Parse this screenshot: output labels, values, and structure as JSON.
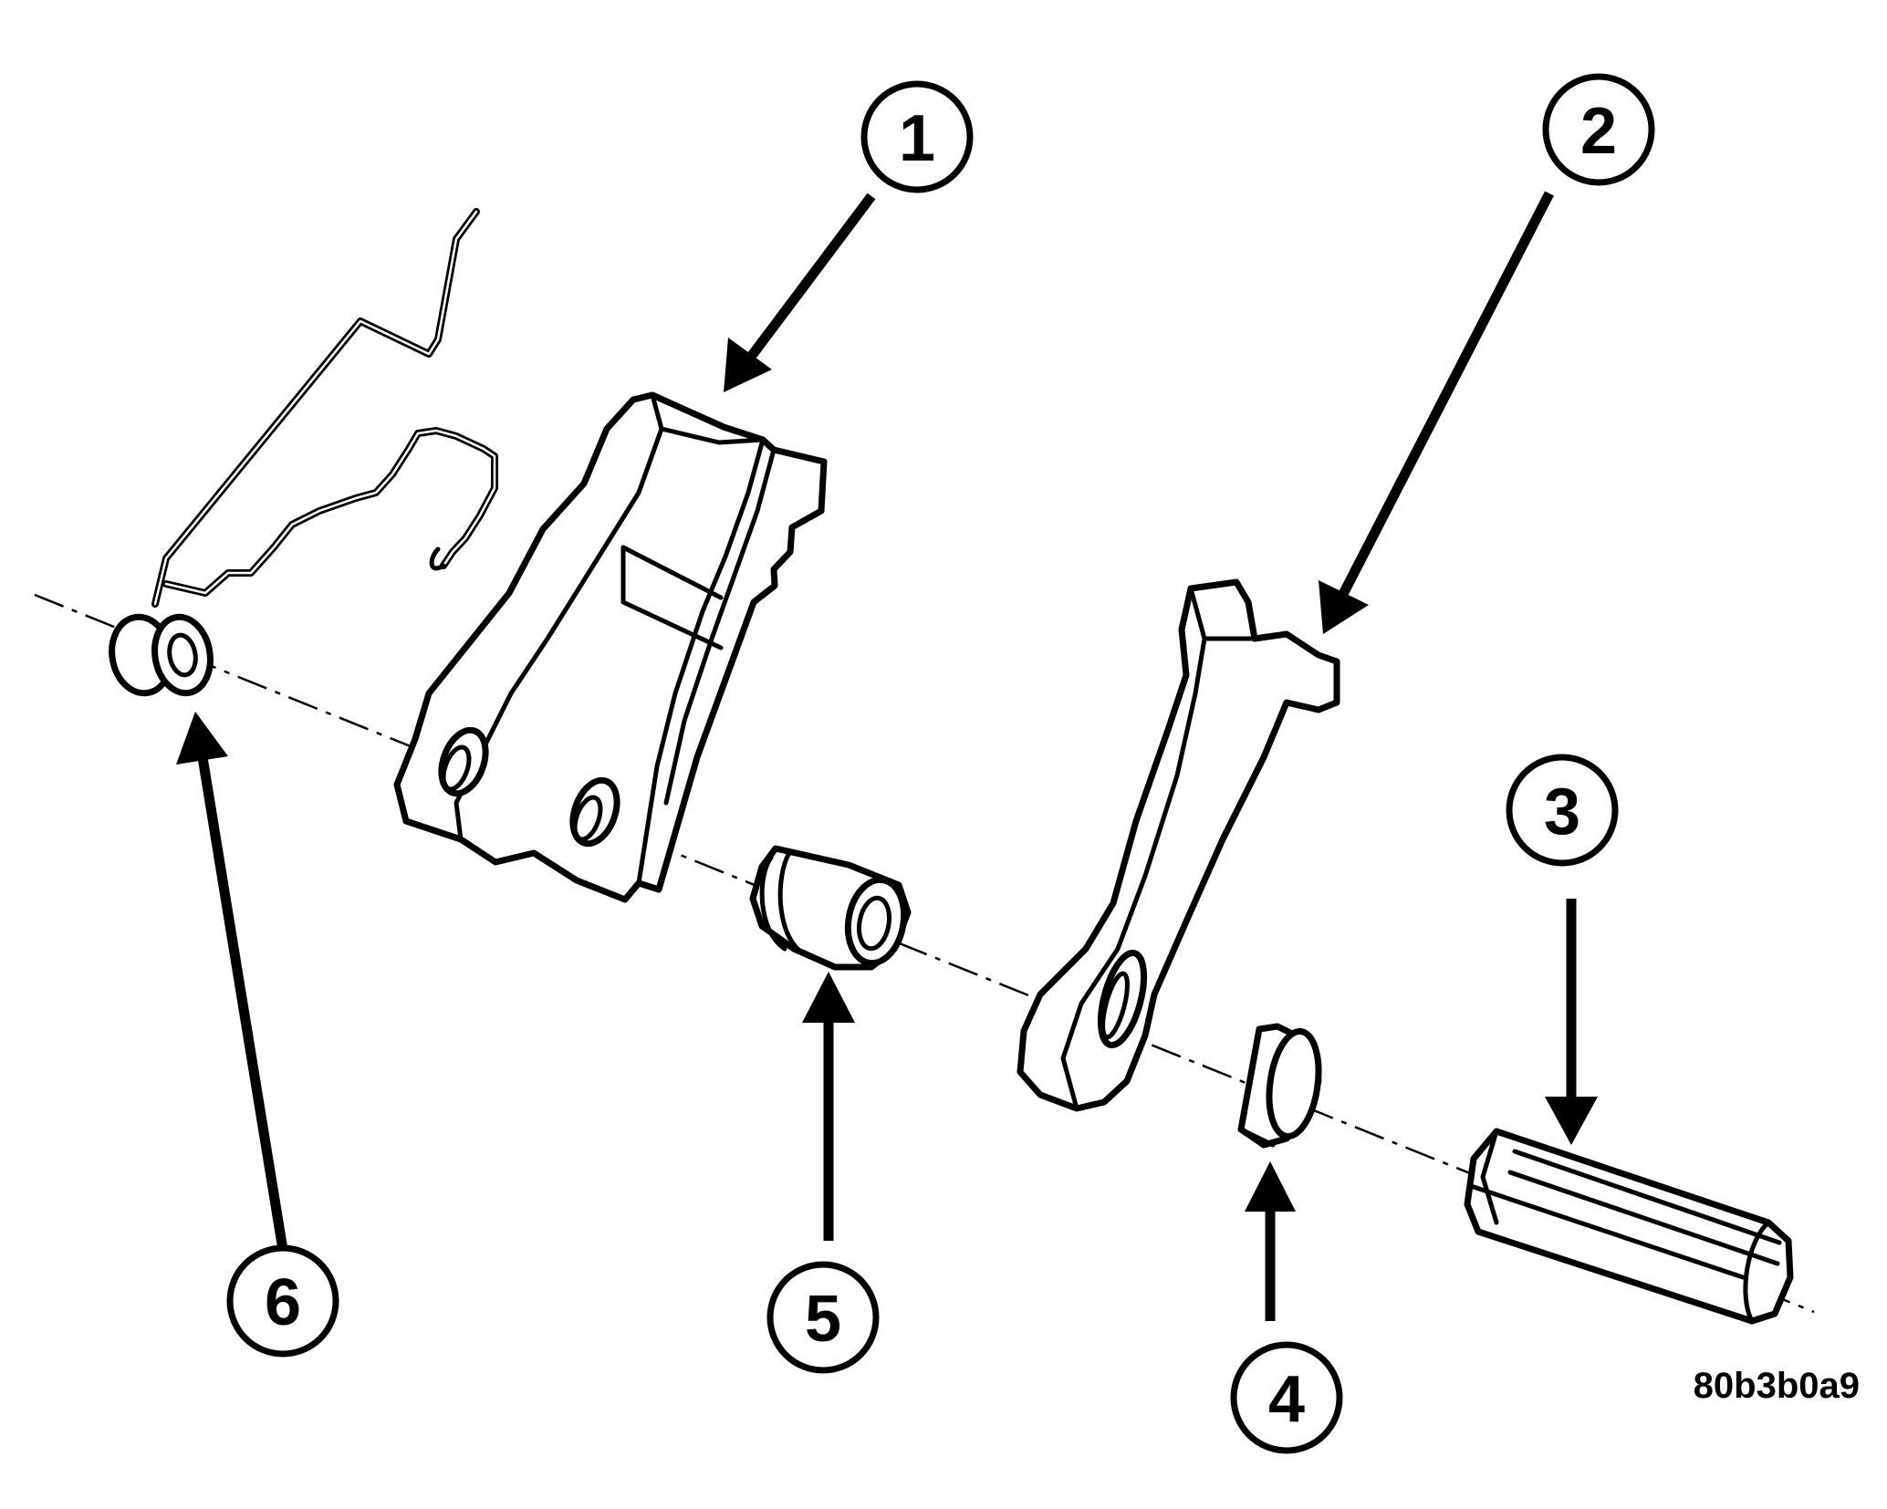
{
  "callouts": [
    {
      "id": "callout-1",
      "label": "1"
    },
    {
      "id": "callout-2",
      "label": "2"
    },
    {
      "id": "callout-3",
      "label": "3"
    },
    {
      "id": "callout-4",
      "label": "4"
    },
    {
      "id": "callout-5",
      "label": "5"
    },
    {
      "id": "callout-6",
      "label": "6"
    }
  ],
  "figure_id": "80b3b0a9",
  "colors": {
    "line": "#000000",
    "background": "#ffffff"
  }
}
